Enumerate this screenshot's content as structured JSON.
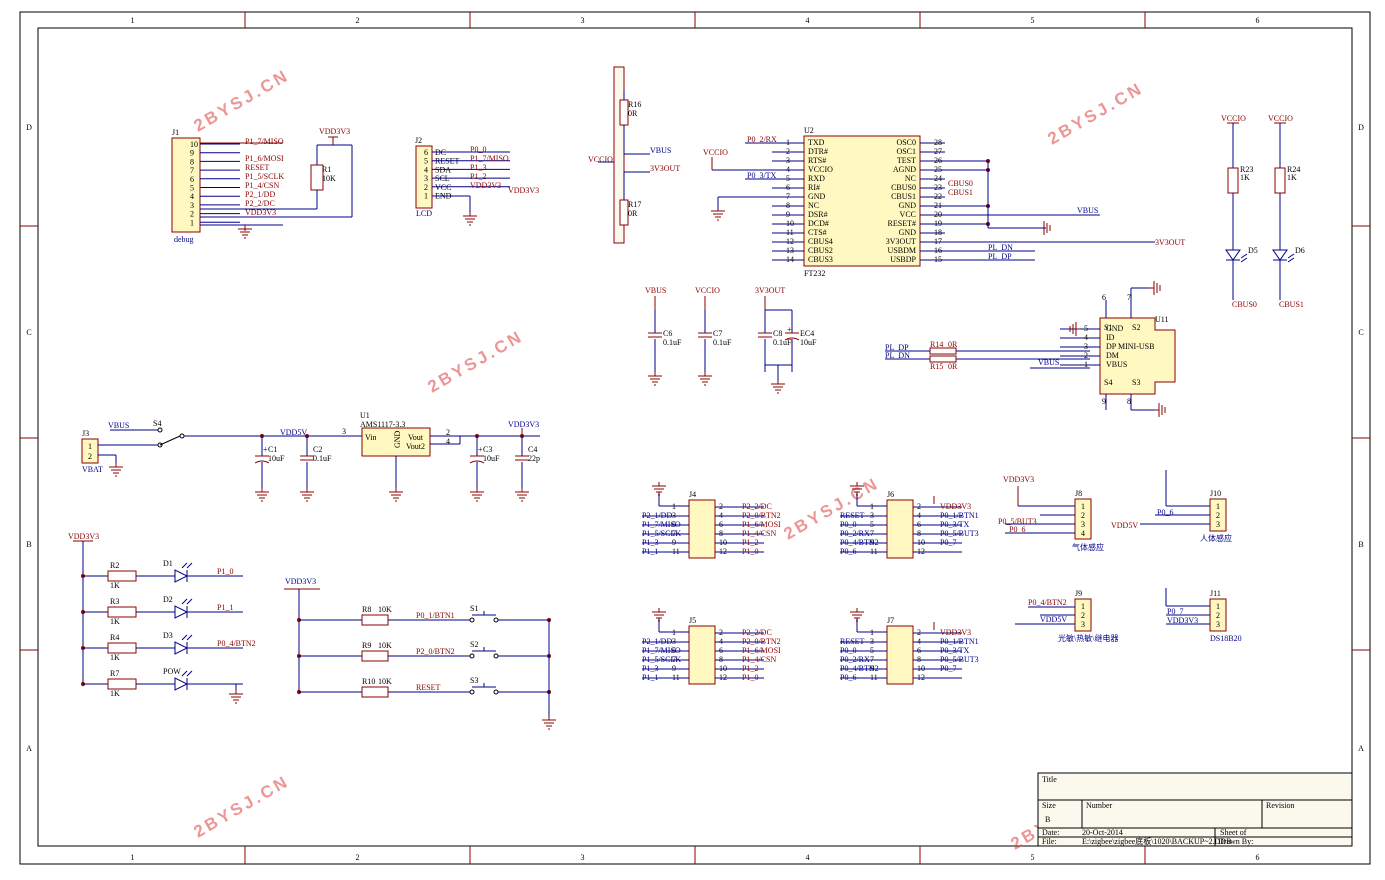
{
  "frame": {
    "columns": [
      "1",
      "2",
      "3",
      "4",
      "5",
      "6"
    ],
    "rows": [
      "D",
      "C",
      "B",
      "A"
    ]
  },
  "watermark": "2BYSJ.CN",
  "connectors": {
    "j1": {
      "ref": "J1",
      "name": "debug",
      "pins": [
        "10",
        "9",
        "8",
        "7",
        "6",
        "5",
        "4",
        "3",
        "2",
        "1"
      ],
      "nets": [
        "P1_7/MISO",
        "P1_6/MOSI",
        "RESET",
        "P1_5/SCLK",
        "P1_4/CSN",
        "P2_1/DD",
        "P2_2/DC",
        "VDD3V3"
      ]
    },
    "j2": {
      "ref": "J2",
      "name": "LCD",
      "pins": [
        "6",
        "5",
        "4",
        "3",
        "2",
        "1"
      ],
      "signals": [
        "DC",
        "RESET",
        "SDA",
        "SCL",
        "VCC",
        "END"
      ],
      "nets": [
        "P0_0",
        "P1_7/MISO",
        "P1_3",
        "P1_2",
        "VDD3V3"
      ],
      "vcc_net": "VDD3V3"
    },
    "j3": {
      "ref": "J3",
      "pins": [
        "1",
        "2"
      ],
      "name": "VBAT"
    },
    "j8": {
      "ref": "J8",
      "pins": [
        "1",
        "2",
        "3",
        "4"
      ],
      "name": "气体感应",
      "nets": [
        "VDD3V3",
        "P0_5/BUT3",
        "P0_6"
      ]
    },
    "j9": {
      "ref": "J9",
      "pins": [
        "1",
        "2",
        "3"
      ],
      "name": "光敏\\热敏\\继电器",
      "nets": [
        "P0_4/BTN2",
        "VDD5V"
      ]
    },
    "j10": {
      "ref": "J10",
      "pins": [
        "1",
        "2",
        "3"
      ],
      "name": "人体感应",
      "nets": [
        "P0_6",
        "VDD5V"
      ]
    },
    "j11": {
      "ref": "J11",
      "pins": [
        "1",
        "2",
        "3"
      ],
      "name": "DS18B20",
      "nets": [
        "P0_7",
        "VDD3V3"
      ]
    }
  },
  "ft232": {
    "ref": "U2",
    "name": "FT232",
    "left_pins": [
      {
        "num": "1",
        "name": "TXD",
        "net": "P0_2/RX"
      },
      {
        "num": "2",
        "name": "DTR#",
        "net": ""
      },
      {
        "num": "3",
        "name": "RTS#",
        "net": ""
      },
      {
        "num": "4",
        "name": "VCCIO",
        "net": ""
      },
      {
        "num": "5",
        "name": "RXD",
        "net": "P0_3/TX"
      },
      {
        "num": "6",
        "name": "RI#",
        "net": ""
      },
      {
        "num": "7",
        "name": "GND",
        "net": ""
      },
      {
        "num": "8",
        "name": "NC",
        "net": ""
      },
      {
        "num": "9",
        "name": "DSR#",
        "net": ""
      },
      {
        "num": "10",
        "name": "DCD#",
        "net": ""
      },
      {
        "num": "11",
        "name": "CTS#",
        "net": ""
      },
      {
        "num": "12",
        "name": "CBUS4",
        "net": ""
      },
      {
        "num": "13",
        "name": "CBUS2",
        "net": ""
      },
      {
        "num": "14",
        "name": "CBUS3",
        "net": ""
      }
    ],
    "right_pins": [
      {
        "num": "28",
        "name": "OSC0",
        "net": ""
      },
      {
        "num": "27",
        "name": "OSC1",
        "net": ""
      },
      {
        "num": "26",
        "name": "TEST",
        "net": ""
      },
      {
        "num": "25",
        "name": "AGND",
        "net": ""
      },
      {
        "num": "24",
        "name": "NC",
        "net": ""
      },
      {
        "num": "23",
        "name": "CBUS0",
        "net": "CBUS0"
      },
      {
        "num": "22",
        "name": "CBUS1",
        "net": "CBUS1"
      },
      {
        "num": "21",
        "name": "GND",
        "net": ""
      },
      {
        "num": "20",
        "name": "VCC",
        "net": "VBUS"
      },
      {
        "num": "19",
        "name": "RESET#",
        "net": ""
      },
      {
        "num": "18",
        "name": "GND",
        "net": ""
      },
      {
        "num": "17",
        "name": "3V3OUT",
        "net": "3V3OUT"
      },
      {
        "num": "16",
        "name": "USBDM",
        "net": "PL_DN"
      },
      {
        "num": "15",
        "name": "USBDP",
        "net": "PL_DP"
      }
    ],
    "vccio": "VCCIO"
  },
  "r16": {
    "ref": "R16",
    "value": "0R",
    "nets": [
      "VBUS",
      "VCCIO",
      "3V3OUT"
    ]
  },
  "r17": {
    "ref": "R17",
    "value": "0R"
  },
  "caps_power": [
    {
      "net": "VBUS",
      "ref": "C6",
      "value": "0.1uF"
    },
    {
      "net": "VCCIO",
      "ref": "C7",
      "value": "0.1uF"
    },
    {
      "net": "3V3OUT",
      "ref": "C8",
      "value": "0.1uF"
    },
    {
      "net": "",
      "ref": "EC4",
      "value": "10uF"
    }
  ],
  "usb": {
    "ref": "U11",
    "name": "MINI-USB",
    "pins": [
      {
        "num": "5",
        "name": "GND"
      },
      {
        "num": "4",
        "name": "ID"
      },
      {
        "num": "3",
        "name": "DP"
      },
      {
        "num": "2",
        "name": "DM"
      },
      {
        "num": "1",
        "name": "VBUS"
      }
    ],
    "shield": [
      "S1",
      "S2",
      "S3",
      "S4"
    ],
    "shield_pins": [
      "6",
      "7",
      "9",
      "8"
    ],
    "nets": [
      "PL_DP",
      "PL_DN",
      "VBUS"
    ],
    "r14": {
      "ref": "R14",
      "value": "0R"
    },
    "r15": {
      "ref": "R15",
      "value": "0R"
    }
  },
  "leds_status": [
    {
      "net": "VCCIO",
      "ref": "R23",
      "value": "1K",
      "led": "D5",
      "cbus": "CBUS0"
    },
    {
      "net": "VCCIO",
      "ref": "R24",
      "value": "1K",
      "led": "D6",
      "cbus": "CBUS1"
    }
  ],
  "regulator": {
    "ref": "U1",
    "name": "AMS1117-3.3",
    "vin": "Vin",
    "gnd": "GND",
    "vout": "Vout",
    "vout2": "Vout2",
    "pin_in": "3",
    "pin_out": "2",
    "pin_out2": "4",
    "in_net": "VDD5V",
    "out_net": "VDD3V3",
    "switch": "S4",
    "vbus": "VBUS",
    "caps": [
      {
        "ref": "C1",
        "value": "10uF",
        "plus": "+"
      },
      {
        "ref": "C2",
        "value": "0.1uF"
      },
      {
        "ref": "C3",
        "value": "10uF",
        "plus": "+"
      },
      {
        "ref": "C4",
        "value": "22p"
      }
    ]
  },
  "leds": {
    "supply": "VDD3V3",
    "rows": [
      {
        "r": "R2",
        "rv": "1K",
        "d": "D1",
        "net": "P1_0"
      },
      {
        "r": "R3",
        "rv": "1K",
        "d": "D2",
        "net": "P1_1"
      },
      {
        "r": "R4",
        "rv": "1K",
        "d": "D3",
        "net": "P0_4/BTN2"
      },
      {
        "r": "R7",
        "rv": "1K",
        "d": "POW",
        "net": ""
      }
    ]
  },
  "buttons": {
    "supply": "VDD3V3",
    "rows": [
      {
        "r": "R8",
        "rv": "10K",
        "net": "P0_1/BTN1",
        "s": "S1"
      },
      {
        "r": "R9",
        "rv": "10K",
        "net": "P2_0/BTN2",
        "s": "S2"
      },
      {
        "r": "R10",
        "rv": "10K",
        "net": "RESET",
        "s": "S3"
      }
    ]
  },
  "headers": [
    {
      "ref": "J4",
      "left": [
        "P2_1/DD",
        "P1_7/MISO",
        "P1_5/SCLK",
        "P1_3",
        "P1_1"
      ],
      "lnum": [
        "1",
        "3",
        "5",
        "7",
        "9",
        "11"
      ],
      "right": [
        "P2_2/DC",
        "P2_0/BTN2",
        "P1_6/MOSI",
        "P1_4/CSN",
        "P1_2",
        "P1_0"
      ],
      "rnum": [
        "2",
        "4",
        "6",
        "8",
        "10",
        "12"
      ]
    },
    {
      "ref": "J5",
      "left": [
        "P2_1/DD",
        "P1_7/MISO",
        "P1_5/SCLK",
        "P1_3",
        "P1_1"
      ],
      "lnum": [
        "1",
        "3",
        "5",
        "7",
        "9",
        "11"
      ],
      "right": [
        "P2_2/DC",
        "P2_0/BTN2",
        "P1_6/MOSI",
        "P1_4/CSN",
        "P1_2",
        "P1_0"
      ],
      "rnum": [
        "2",
        "4",
        "6",
        "8",
        "10",
        "12"
      ]
    },
    {
      "ref": "J6",
      "left": [
        "RESET",
        "P0_0",
        "P0_2/RX",
        "P0_4/BTN2",
        "P0_6"
      ],
      "lnum": [
        "1",
        "3",
        "5",
        "7",
        "9",
        "11"
      ],
      "right": [
        "VDD3V3",
        "P0_1/BTN1",
        "P0_3/TX",
        "P0_5/BUT3",
        "P0_7"
      ],
      "rnum": [
        "2",
        "4",
        "6",
        "8",
        "10",
        "12"
      ]
    },
    {
      "ref": "J7",
      "left": [
        "RESET",
        "P0_0",
        "P0_2/RX",
        "P0_4/BTN2",
        "P0_6"
      ],
      "lnum": [
        "1",
        "3",
        "5",
        "7",
        "9",
        "11"
      ],
      "right": [
        "VDD3V3",
        "P0_1/BTN1",
        "P0_3/TX",
        "P0_5/BUT3",
        "P0_7"
      ],
      "rnum": [
        "2",
        "4",
        "6",
        "8",
        "10",
        "12"
      ]
    }
  ],
  "title_block": {
    "title": "Title",
    "size": "Size",
    "size_val": "B",
    "number": "Number",
    "revision": "Revision",
    "date": "Date:",
    "date_val": "20-Oct-2014",
    "sheet": "Sheet   of",
    "file": "File:",
    "file_val": "E:\\zigbee\\zigbee底板\\1020\\BACKUP~2.DDB",
    "drawn": "Drawn By:"
  }
}
